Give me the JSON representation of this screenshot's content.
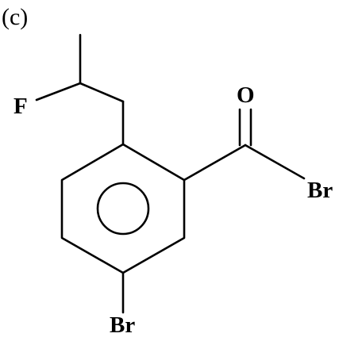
{
  "figure": {
    "panel_label": "(c)",
    "molecule": {
      "atoms": {
        "fluorine": "F",
        "oxygen": "O",
        "bromine_acyl": "Br",
        "bromine_ring": "Br"
      }
    }
  }
}
